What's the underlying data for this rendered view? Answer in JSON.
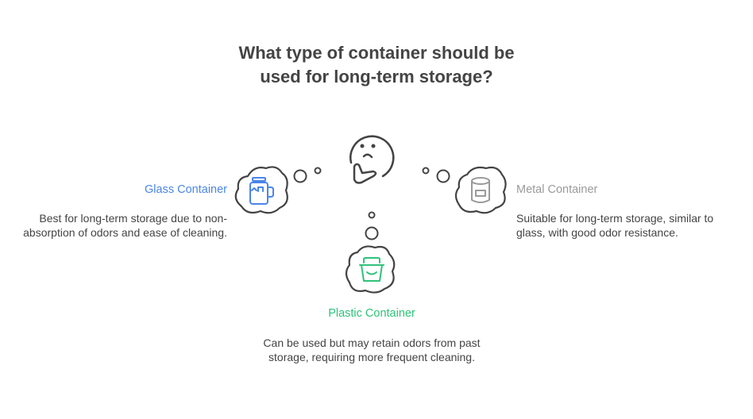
{
  "title": "What type of container should be used for long-term storage?",
  "colors": {
    "glass": "#4a86e8",
    "metal": "#9a9a9a",
    "plastic": "#2fc27a",
    "text": "#444444"
  },
  "options": [
    {
      "icon": "glass-jar-icon",
      "label": "Glass Container",
      "description": "Best for long-term storage due to non-absorption of odors and ease of cleaning."
    },
    {
      "icon": "metal-can-icon",
      "label": "Metal Container",
      "description": "Suitable for long-term storage, similar to glass, with good odor resistance."
    },
    {
      "icon": "plastic-basket-icon",
      "label": "Plastic Container",
      "description": "Can be used but may retain odors from past storage, requiring more frequent cleaning."
    }
  ]
}
